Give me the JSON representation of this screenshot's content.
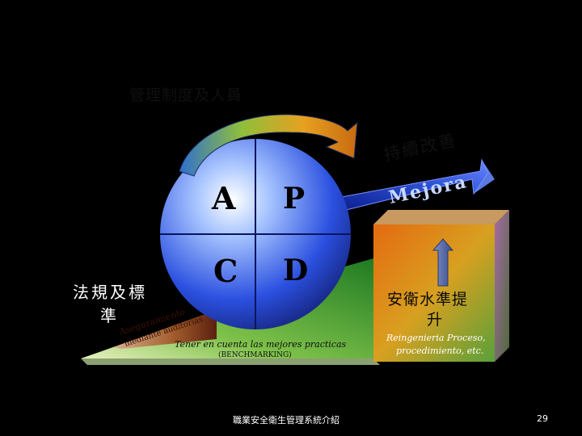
{
  "colors": {
    "background": "#000000",
    "ramp_green": "#2f8f2a",
    "ramp_light": "#e8f0c0",
    "cycle_blue": "#1f3fd0",
    "arrow_blue": "#2a46c8",
    "up_arrow": "#5d6fa8",
    "box_orange": "#e27a10",
    "wedge_brown": "#8a3a1a"
  },
  "labels": {
    "management": "管理制度及人員",
    "continuous_improvement": "持續改善",
    "mejora": "Mejora",
    "regulations": "法規及標準",
    "regulations_line1": "法規及標",
    "regulations_line2": "準",
    "safety_level_line1": "安衛水準提",
    "safety_level_line2": "升",
    "wedge_line1": "Aseguramiento",
    "wedge_line2": "mediante auditorias",
    "ramp_line1": "Tener en cuenta las mejores practicas",
    "ramp_line2": "(BENCHMARKING)",
    "box_line1": "Reingenieria Proceso,",
    "box_line2": "procedimiento, etc."
  },
  "cycle": {
    "q_a": "A",
    "q_p": "P",
    "q_c": "C",
    "q_d": "D"
  },
  "footer": {
    "title": "職業安全衛生管理系統介紹",
    "page_number": "29"
  }
}
